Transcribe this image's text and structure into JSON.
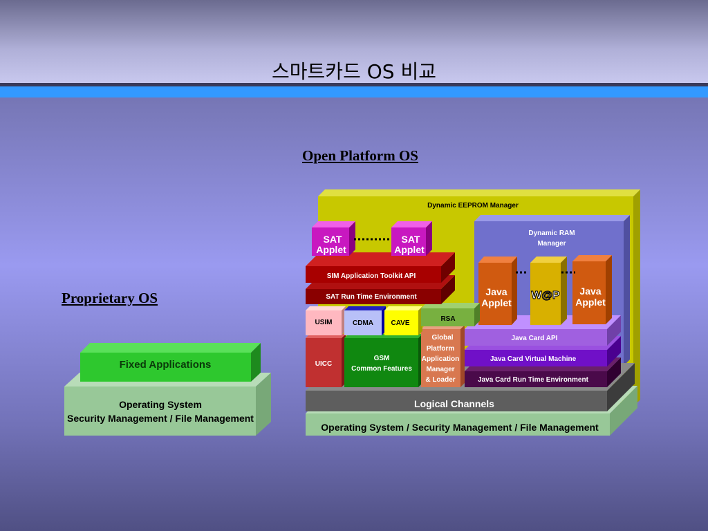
{
  "title": "스마트카드 OS  비교",
  "open_platform": {
    "heading": "Open Platform OS",
    "eeprom": "Dynamic EEPROM Manager",
    "ram_line1": "Dynamic RAM",
    "ram_line2": "Manager",
    "sat_applet_line1": "SAT",
    "sat_applet_line2": "Applet",
    "sim_toolkit": "SIM Application Toolkit API",
    "sat_runtime": "SAT Run Time Environment",
    "usim": "USIM",
    "cdma": "CDMA",
    "cave": "CAVE",
    "rsa": "RSA",
    "uicc": "UICC",
    "gsm_line1": "GSM",
    "gsm_line2": "Common Features",
    "gp_line1": "Global",
    "gp_line2": "Platform",
    "gp_line3": "Application",
    "gp_line4": "Manager",
    "gp_line5": "& Loader",
    "java_applet_line1": "Java",
    "java_applet_line2": "Applet",
    "wap": "W@P",
    "java_card_api": "Java Card API",
    "java_vm": "Java Card Virtual Machine",
    "java_runtime": "Java Card Run Time Environment",
    "logical_channels": "Logical Channels",
    "os_bar": "Operating System / Security Management / File Management"
  },
  "proprietary": {
    "heading": "Proprietary OS",
    "fixed_apps": "Fixed Applications",
    "os_line1": "Operating System",
    "os_line2": "Security Management / File Management"
  }
}
